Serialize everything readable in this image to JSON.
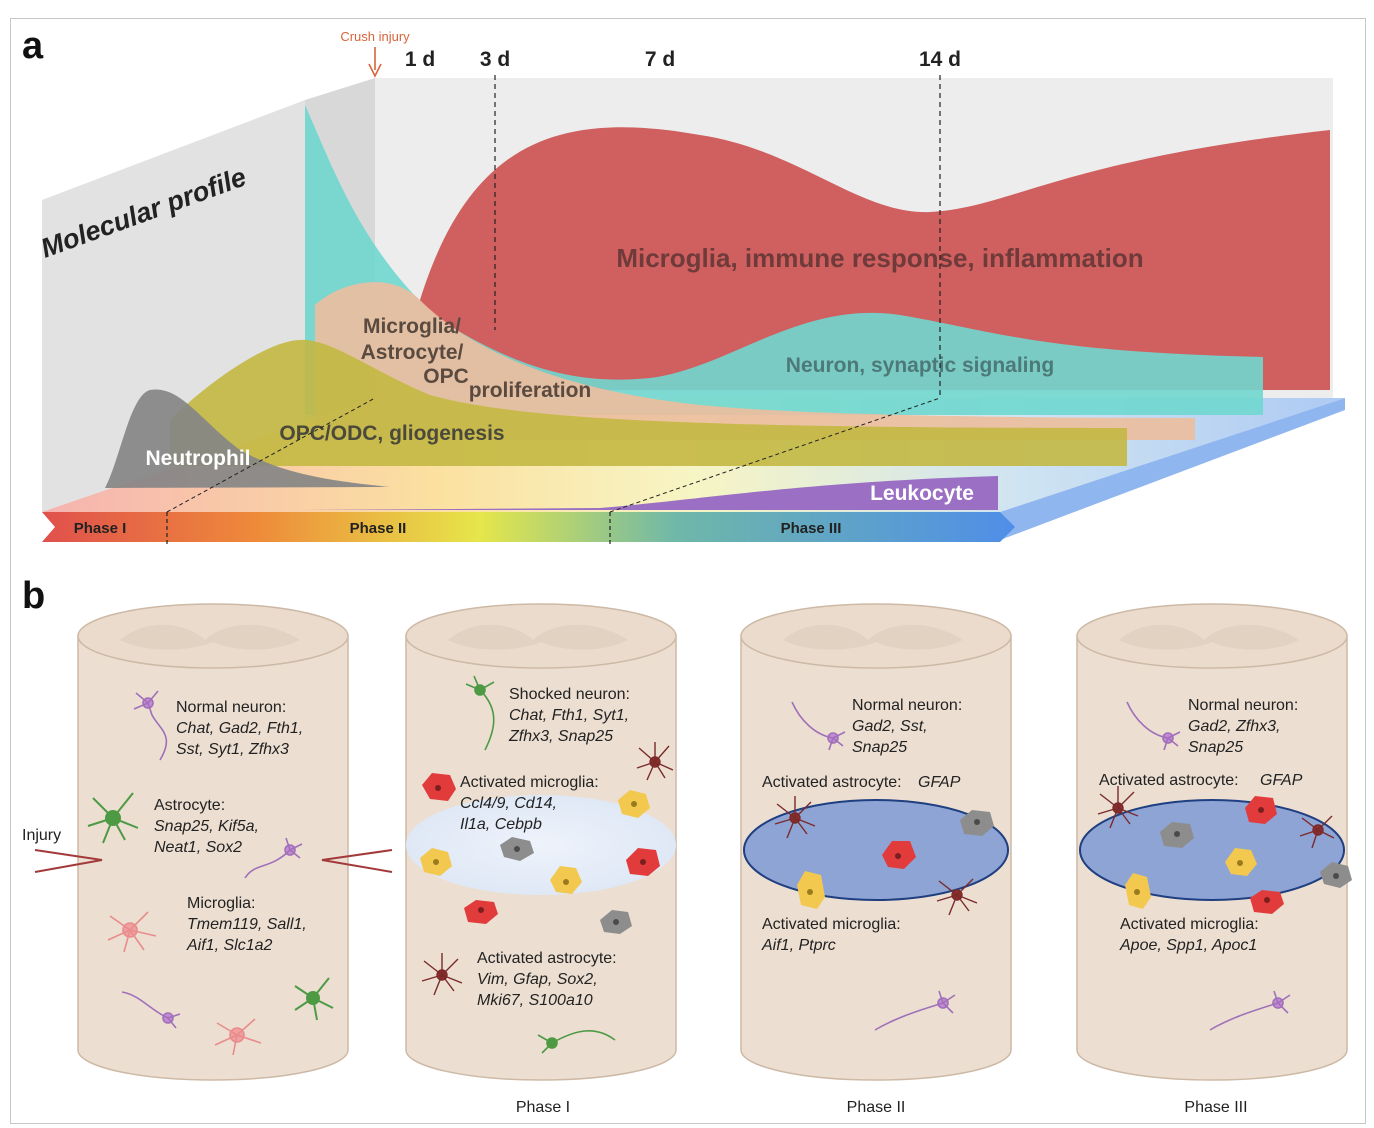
{
  "panel_a": {
    "label": "a",
    "crush_label": "Crush injury",
    "days": [
      "1 d",
      "3 d",
      "7 d",
      "14 d"
    ],
    "axis_label": "Molecular profile",
    "areas": {
      "microglia": "Microglia, immune response, inflammation",
      "neuron": "Neuron, synaptic signaling",
      "proliferation_1": "Microglia/",
      "proliferation_2": "Astrocyte/",
      "proliferation_3": "OPC",
      "proliferation_4": "proliferation",
      "opc": "OPC/ODC, gliogenesis",
      "neutrophil": "Neutrophil",
      "leukocyte": "Leukocyte"
    },
    "phases": [
      "Phase I",
      "Phase II",
      "Phase III"
    ],
    "colors": {
      "microglia": "#d0605f",
      "neuron": "#6dd3cc",
      "proliferation": "#e9b89a",
      "opc": "#c3b843",
      "neutrophil": "#8a8a8a",
      "leukocyte": "#9b6fc3"
    }
  },
  "panel_b": {
    "label": "b",
    "injury_label": "Injury",
    "columns": [
      {
        "caption": "",
        "groups": [
          {
            "title": "Normal neuron:",
            "genes": [
              "Chat, Gad2, Fth1,",
              "Sst, Syt1, Zfhx3"
            ]
          },
          {
            "title": "Astrocyte:",
            "genes": [
              "Snap25, Kif5a,",
              "Neat1, Sox2"
            ]
          },
          {
            "title": "Microglia:",
            "genes": [
              "Tmem119, Sall1,",
              "Aif1, Slc1a2"
            ]
          }
        ]
      },
      {
        "caption": "Phase I",
        "groups": [
          {
            "title": "Shocked neuron:",
            "genes": [
              "Chat, Fth1, Syt1,",
              "Zfhx3, Snap25"
            ]
          },
          {
            "title": "Activated microglia:",
            "genes": [
              "Ccl4/9, Cd14,",
              "Il1a, Cebpb"
            ]
          },
          {
            "title": "Activated astrocyte:",
            "genes": [
              "Vim, Gfap, Sox2,",
              "Mki67, S100a10"
            ]
          }
        ]
      },
      {
        "caption": "Phase II",
        "groups": [
          {
            "title": "Normal neuron:",
            "genes": [
              "Gad2, Sst,",
              "Snap25"
            ]
          },
          {
            "title": "Activated astrocyte:",
            "genes": [
              "GFAP"
            ]
          },
          {
            "title": "Activated microglia:",
            "genes": [
              "Aif1, Ptprc"
            ]
          }
        ]
      },
      {
        "caption": "Phase III",
        "groups": [
          {
            "title": "Normal neuron:",
            "genes": [
              "Gad2, Zfhx3,",
              "Snap25"
            ]
          },
          {
            "title": "Activated astrocyte:",
            "genes": [
              "GFAP"
            ]
          },
          {
            "title": "Activated microglia:",
            "genes": [
              "Apoe, Spp1, Apoc1"
            ]
          }
        ]
      }
    ]
  }
}
